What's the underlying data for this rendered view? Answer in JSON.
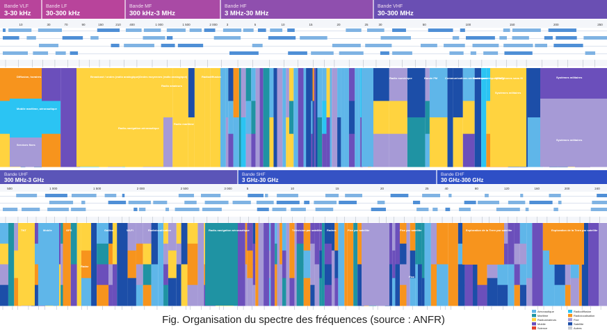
{
  "colors": {
    "band_header_start": "#b8449b",
    "band_header_end": "#6a4fb3",
    "uhf_header": "#5b55b8",
    "shf_header": "#3552c4",
    "ehf_header": "#2e4fc6",
    "light_blue": "#5fb6e9",
    "cyan": "#2bc4f3",
    "orange": "#f7941d",
    "yellow": "#ffd33f",
    "lavender": "#a69ad6",
    "purple": "#6b4fbb",
    "dark_blue": "#1c4ea8",
    "teal": "#1f93a3",
    "red": "#e2412c",
    "grey": "#c7cbd3"
  },
  "top_bands": [
    {
      "band": "Bande VLF",
      "range": "3-30 kHz"
    },
    {
      "band": "Bande LF",
      "range": "30-300 kHz"
    },
    {
      "band": "Bande MF",
      "range": "300 kHz-3 MHz"
    },
    {
      "band": "Bande HF",
      "range": "3 MHz-30 MHz"
    },
    {
      "band": "Bande VHF",
      "range": "30-300 MHz"
    }
  ],
  "bottom_bands": [
    {
      "band": "Bande UHF",
      "range": "300 MHz-3 GHz"
    },
    {
      "band": "Bande SHF",
      "range": "3 GHz-30 GHz"
    },
    {
      "band": "Bande EHF",
      "range": "30 GHz-300 GHz"
    }
  ],
  "top_ticks": [
    {
      "seg": 0,
      "labels": [
        "10"
      ]
    },
    {
      "seg": 1,
      "labels": [
        "30",
        "70",
        "90",
        "150",
        "210"
      ]
    },
    {
      "seg": 2,
      "labels": [
        "400",
        "1 000",
        "1 500",
        "2 000"
      ]
    },
    {
      "seg": 3,
      "labels": [
        "3",
        "5",
        "10",
        "15",
        "20",
        "25"
      ]
    },
    {
      "seg": 4,
      "labels": [
        "30",
        "50",
        "100",
        "150",
        "200",
        "250"
      ]
    }
  ],
  "bottom_ticks": [
    {
      "seg": 0,
      "labels": [
        "500",
        "1 000",
        "1 500",
        "2 000",
        "2 500",
        "3 000"
      ]
    },
    {
      "seg": 1,
      "labels": [
        "5",
        "10",
        "15",
        "20",
        "25"
      ]
    },
    {
      "seg": 2,
      "labels": [
        "40",
        "80",
        "120",
        "160",
        "200",
        "240"
      ]
    }
  ],
  "labels_top": [
    {
      "text": "Diffusion, horaires"
    },
    {
      "text": "Mobile maritime, aéronautique"
    },
    {
      "text": "Services fixes"
    },
    {
      "text": "Broadcast / ondes (radio analogique)"
    },
    {
      "text": "Radio-navigation aéronautique"
    },
    {
      "text": "Ondes moyennes (radio analogique)"
    },
    {
      "text": "Radio amateurs"
    },
    {
      "text": "Radio maritime"
    },
    {
      "text": "Radiodiffusion"
    },
    {
      "text": "Radio numérique"
    },
    {
      "text": "Bande FM"
    },
    {
      "text": "Communications aéronautiques"
    },
    {
      "text": "Radio numérique (RNT)"
    },
    {
      "text": "Microphones sans fil"
    },
    {
      "text": "Systèmes militaires"
    },
    {
      "text": "Systèmes militaires"
    },
    {
      "text": "Systèmes militaires"
    }
  ],
  "labels_bottom": [
    {
      "text": "TNT"
    },
    {
      "text": "Mobile"
    },
    {
      "text": "GPS"
    },
    {
      "text": "Radar"
    },
    {
      "text": "Galileo"
    },
    {
      "text": "Wi-Fi"
    },
    {
      "text": "Radiolocalisation"
    },
    {
      "text": "Radio-navigation aéronautique"
    },
    {
      "text": "Télévision par satellite"
    },
    {
      "text": "Radars"
    },
    {
      "text": "Fixe par satellite"
    },
    {
      "text": "Fixe par satellite"
    },
    {
      "text": "Fixe"
    },
    {
      "text": "Exploration de la Terre par satellite"
    },
    {
      "text": "Exploration de la Terre par satellite"
    }
  ],
  "legend": [
    {
      "text": "Aéronautique",
      "color": "#5fb6e9"
    },
    {
      "text": "Radiodiffusion",
      "color": "#2bc4f3"
    },
    {
      "text": "Maritime",
      "color": "#1f93a3"
    },
    {
      "text": "Radiolocalisation",
      "color": "#f7941d"
    },
    {
      "text": "Radioamateurs",
      "color": "#ffd33f"
    },
    {
      "text": "Fixe",
      "color": "#a69ad6"
    },
    {
      "text": "Mobile",
      "color": "#6b4fbb"
    },
    {
      "text": "Satellite",
      "color": "#1c4ea8"
    },
    {
      "text": "Science",
      "color": "#e2412c"
    },
    {
      "text": "Autres",
      "color": "#c7cbd3"
    }
  ],
  "caption": "Fig. Organisation du spectre des fréquences (source : ANFR)"
}
